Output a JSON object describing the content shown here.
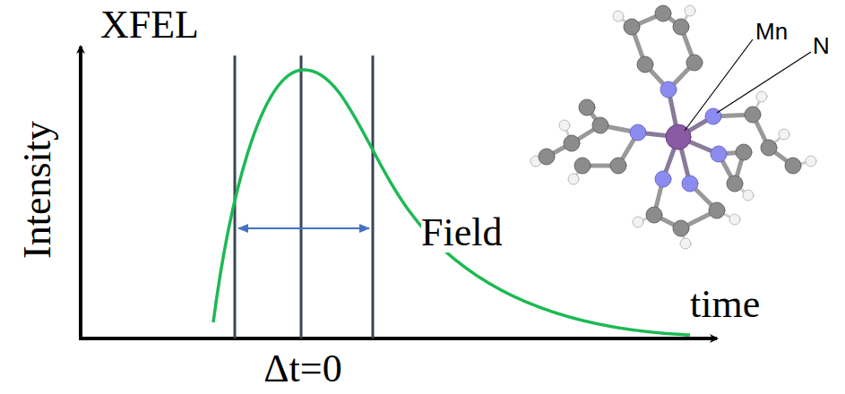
{
  "diagram": {
    "labels": [
      "XFEL",
      "Intensity",
      "Field",
      "time",
      "Δt=0",
      "Mn",
      "N"
    ]
  }
}
